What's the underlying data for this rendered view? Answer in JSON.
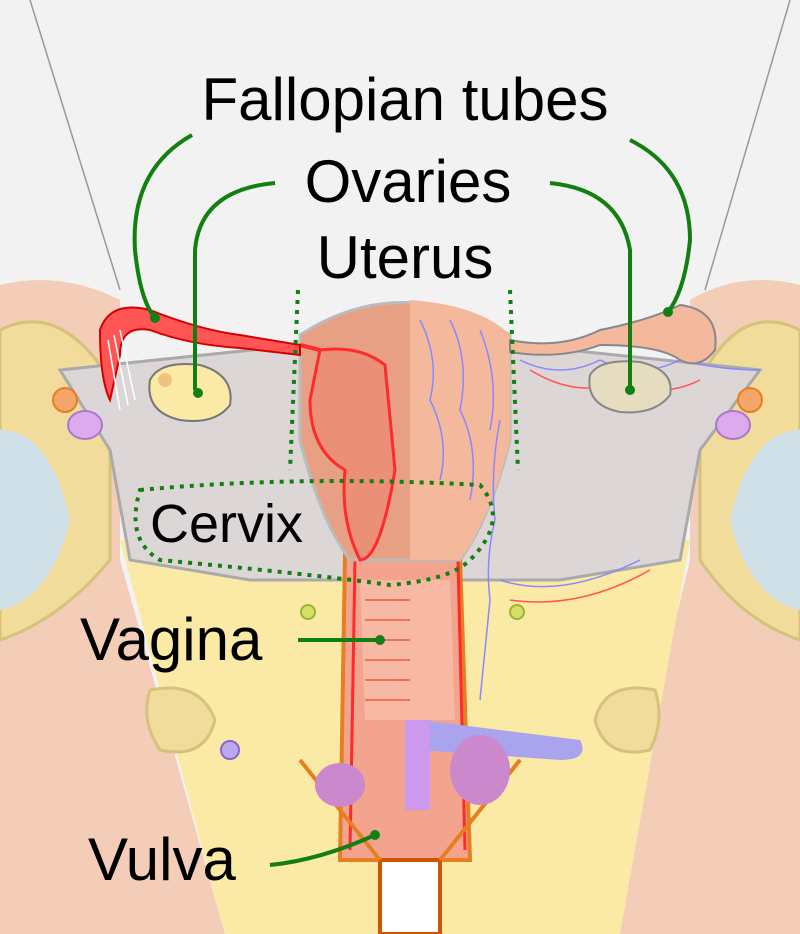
{
  "labels": {
    "fallopian_tubes": "Fallopian tubes",
    "ovaries": "Ovaries",
    "uterus": "Uterus",
    "cervix": "Cervix",
    "vagina": "Vagina",
    "vulva": "Vulva"
  },
  "colors": {
    "background": "#f2f2f2",
    "skin": "#f4cdb8",
    "fat": "#fbeaa6",
    "bone": "#f1dc9c",
    "peritoneum": "#dcd6d6",
    "muscle": "#eea38b",
    "artery": "#ff2a2a",
    "vein": "#8888ff",
    "leader_green": "#137f13",
    "bladder_purple": "#cc88ee"
  }
}
